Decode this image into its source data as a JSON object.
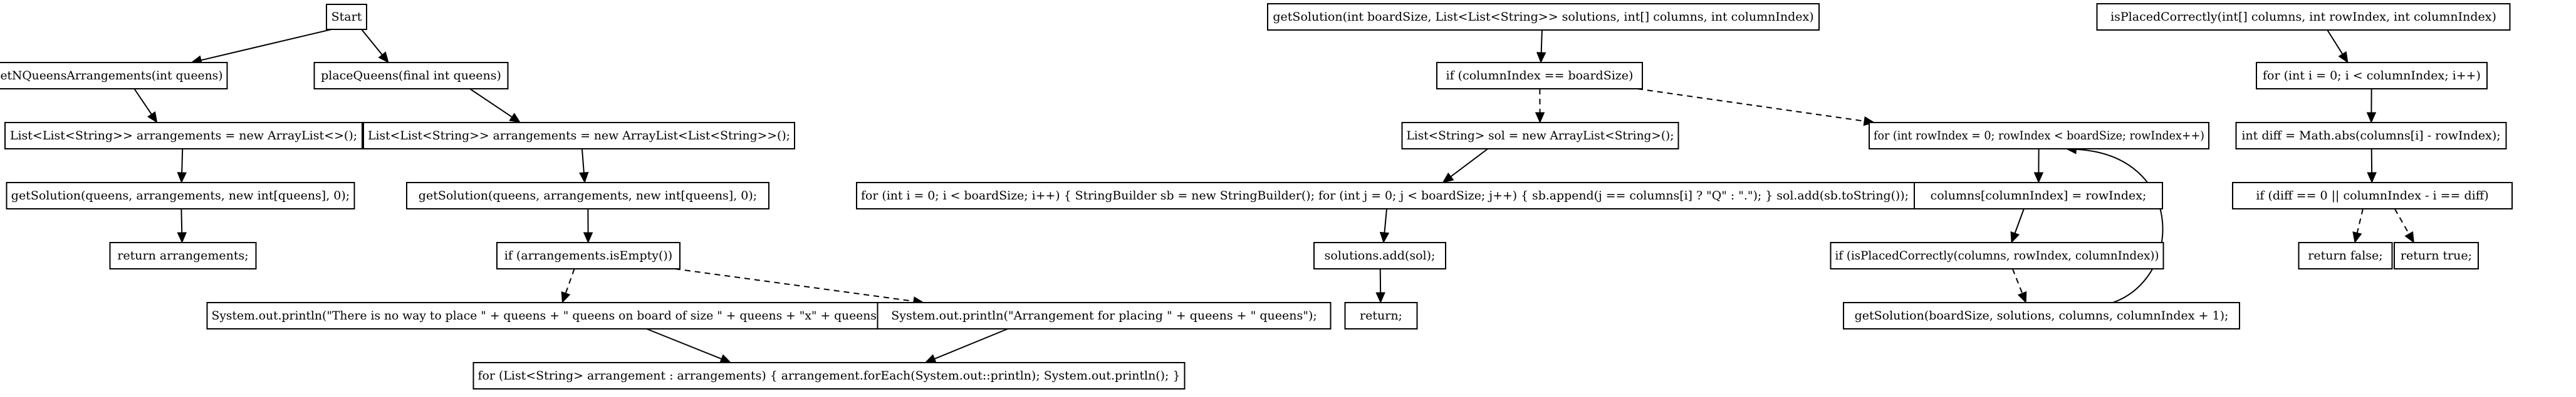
{
  "nodes": [
    {
      "id": "start",
      "label": "Start"
    },
    {
      "id": "getNQ",
      "label": "getNQueensArrangements(int queens)"
    },
    {
      "id": "placeQ",
      "label": "placeQueens(final int queens)"
    },
    {
      "id": "arr1",
      "label": "List<List<String>> arrangements = new ArrayList<>();"
    },
    {
      "id": "arr2",
      "label": "List<List<String>> arrangements = new ArrayList<List<String>>();"
    },
    {
      "id": "getSol1",
      "label": "getSolution(queens, arrangements, new int[queens], 0);"
    },
    {
      "id": "getSol2",
      "label": "getSolution(queens, arrangements, new int[queens], 0);"
    },
    {
      "id": "retArr",
      "label": "return arrangements;"
    },
    {
      "id": "ifEmpty",
      "label": "if (arrangements.isEmpty())"
    },
    {
      "id": "printNo",
      "label": "System.out.println(\"There is no way to place \" + queens + \" queens on board of size \" + queens + \"x\" + queens);"
    },
    {
      "id": "printArr",
      "label": "System.out.println(\"Arrangement for placing \" + queens + \" queens\");"
    },
    {
      "id": "forEach",
      "label": "for (List<String> arrangement : arrangements) { arrangement.forEach(System.out::println); System.out.println(); }"
    },
    {
      "id": "getSolDef",
      "label": "getSolution(int boardSize, List<List<String>> solutions, int[] columns, int columnIndex)"
    },
    {
      "id": "ifColIdx",
      "label": "if (columnIndex == boardSize)"
    },
    {
      "id": "solDecl",
      "label": "List<String> sol = new ArrayList<String>();"
    },
    {
      "id": "forRow",
      "label": "for (int rowIndex = 0; rowIndex < boardSize; rowIndex++)"
    },
    {
      "id": "forBuild",
      "label": "for (int i = 0; i < boardSize; i++) { StringBuilder sb = new StringBuilder(); for (int j = 0; j < boardSize; j++) { sb.append(j == columns[i] ? \"Q\" : \".\"); } sol.add(sb.toString()); }"
    },
    {
      "id": "colAssign",
      "label": "columns[columnIndex] = rowIndex;"
    },
    {
      "id": "solAdd",
      "label": "solutions.add(sol);"
    },
    {
      "id": "ifPlaced",
      "label": "if (isPlacedCorrectly(columns, rowIndex, columnIndex))"
    },
    {
      "id": "ret",
      "label": "return;"
    },
    {
      "id": "recurse",
      "label": "getSolution(boardSize, solutions, columns, columnIndex + 1);"
    },
    {
      "id": "isPlacedDef",
      "label": "isPlacedCorrectly(int[] columns, int rowIndex, int columnIndex)"
    },
    {
      "id": "forI",
      "label": "for (int i = 0; i < columnIndex; i++)"
    },
    {
      "id": "diff",
      "label": "int diff = Math.abs(columns[i] - rowIndex);"
    },
    {
      "id": "ifDiff",
      "label": "if (diff == 0 || columnIndex - i == diff)"
    },
    {
      "id": "retFalse",
      "label": "return false;"
    },
    {
      "id": "retTrue",
      "label": "return true;"
    }
  ],
  "edges": [
    {
      "from": "start",
      "to": "getNQ",
      "style": "solid"
    },
    {
      "from": "start",
      "to": "placeQ",
      "style": "solid"
    },
    {
      "from": "getNQ",
      "to": "arr1",
      "style": "solid"
    },
    {
      "from": "arr1",
      "to": "getSol1",
      "style": "solid"
    },
    {
      "from": "getSol1",
      "to": "retArr",
      "style": "solid"
    },
    {
      "from": "placeQ",
      "to": "arr2",
      "style": "solid"
    },
    {
      "from": "arr2",
      "to": "getSol2",
      "style": "solid"
    },
    {
      "from": "getSol2",
      "to": "ifEmpty",
      "style": "solid"
    },
    {
      "from": "ifEmpty",
      "to": "printNo",
      "style": "dashed"
    },
    {
      "from": "ifEmpty",
      "to": "printArr",
      "style": "dashed"
    },
    {
      "from": "printNo",
      "to": "forEach",
      "style": "solid"
    },
    {
      "from": "printArr",
      "to": "forEach",
      "style": "solid"
    },
    {
      "from": "getSolDef",
      "to": "ifColIdx",
      "style": "solid"
    },
    {
      "from": "ifColIdx",
      "to": "solDecl",
      "style": "dashed"
    },
    {
      "from": "ifColIdx",
      "to": "forRow",
      "style": "dashed"
    },
    {
      "from": "solDecl",
      "to": "forBuild",
      "style": "solid"
    },
    {
      "from": "forBuild",
      "to": "solAdd",
      "style": "solid"
    },
    {
      "from": "solAdd",
      "to": "ret",
      "style": "solid"
    },
    {
      "from": "forRow",
      "to": "colAssign",
      "style": "solid"
    },
    {
      "from": "colAssign",
      "to": "ifPlaced",
      "style": "solid"
    },
    {
      "from": "ifPlaced",
      "to": "recurse",
      "style": "dashed"
    },
    {
      "from": "recurse",
      "to": "forRow",
      "style": "solid",
      "curved": true
    },
    {
      "from": "isPlacedDef",
      "to": "forI",
      "style": "solid"
    },
    {
      "from": "forI",
      "to": "diff",
      "style": "solid"
    },
    {
      "from": "diff",
      "to": "ifDiff",
      "style": "solid"
    },
    {
      "from": "ifDiff",
      "to": "retFalse",
      "style": "dashed"
    },
    {
      "from": "ifDiff",
      "to": "retTrue",
      "style": "dashed"
    }
  ]
}
